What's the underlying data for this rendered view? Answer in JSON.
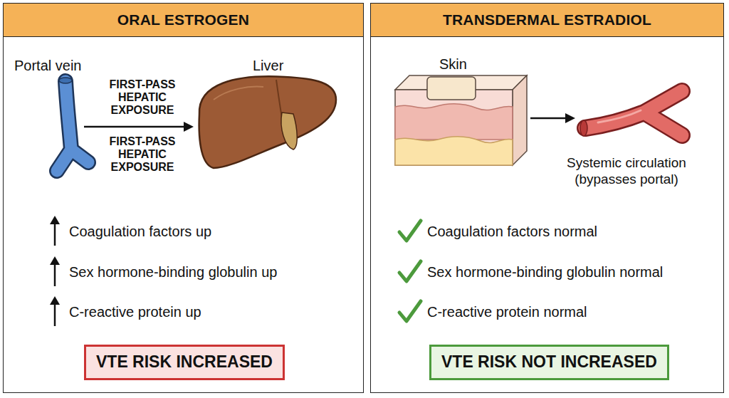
{
  "diagram": {
    "nodes": [
      {
        "text": [
          "ORAL ESTROGEN"
        ]
      },
      {
        "text": [
          "TRANSDERMAL ESTRADIOL"
        ]
      },
      {
        "text": [
          "VTE RISK INCREASED"
        ],
        "in": 0
      },
      {
        "text": [
          "VTE RISK NOT INCREASED"
        ],
        "in": 1
      }
    ],
    "labels": [
      "Portal vein",
      "FIRST-PASS HEPATIC EXPOSURE",
      "FIRST-PASS HEPATIC EXPOSURE",
      "Liver",
      "Coagulation factors up",
      "Sex hormone-binding globulin up",
      "C-reactive protein up",
      "Skin",
      "Systemic circulation (bypasses portal)",
      "Coagulation factors normal",
      "Sex hormone-binding globulin normal",
      "C-reactive protein normal"
    ]
  }
}
